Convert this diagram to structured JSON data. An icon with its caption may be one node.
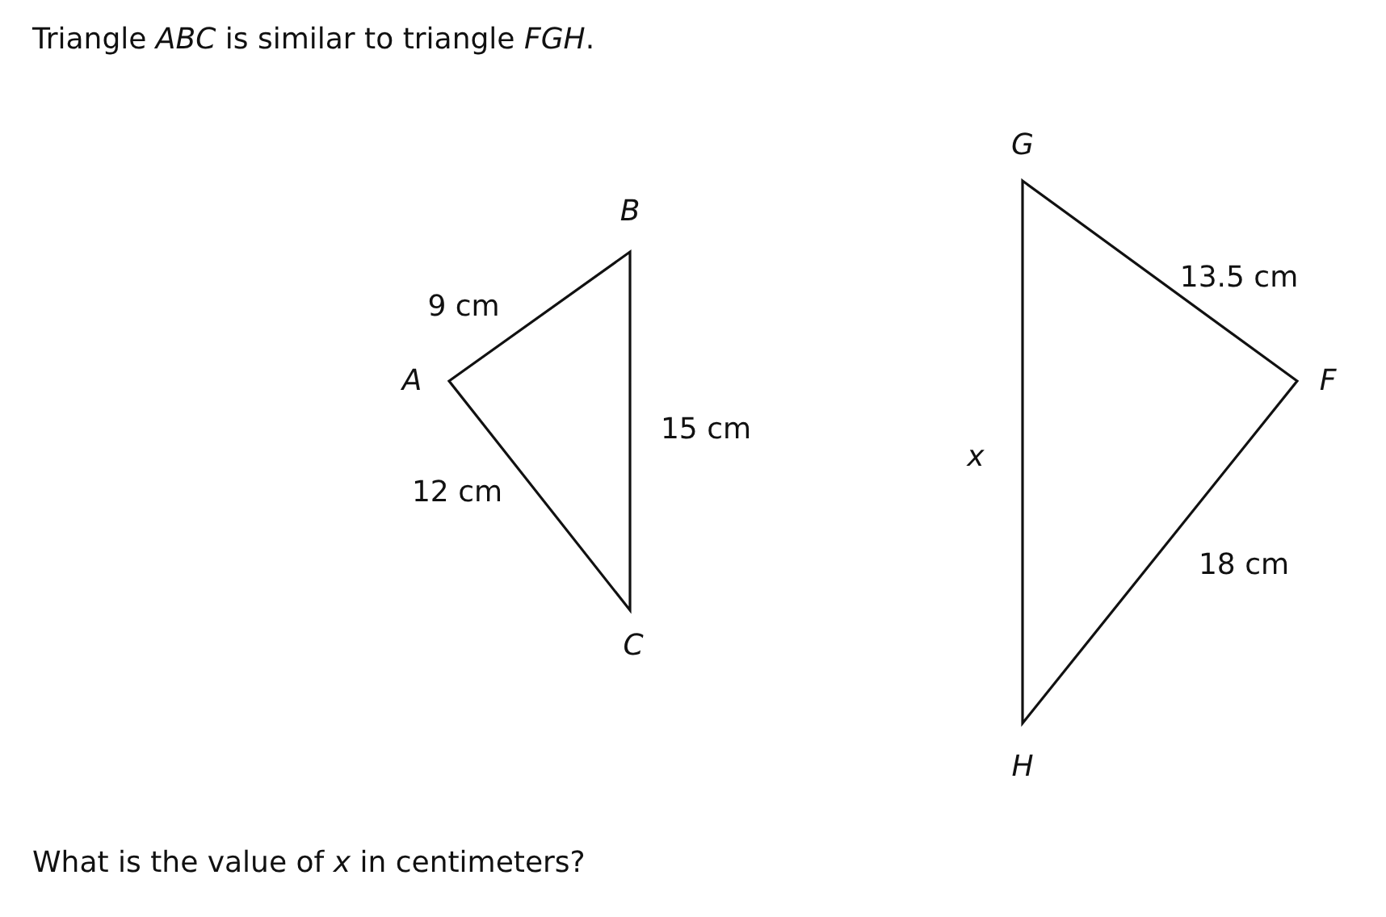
{
  "diagram": {
    "title": "Triangle *ABC* is similar to triangle *FGH*.",
    "caption": "What is the value of *x* in centimeters?",
    "labels": [
      "G",
      "B",
      "13.5 cm",
      "9 cm",
      "A",
      "F",
      "15 cm",
      "x",
      "12 cm",
      "18 cm",
      "C",
      "H"
    ]
  }
}
